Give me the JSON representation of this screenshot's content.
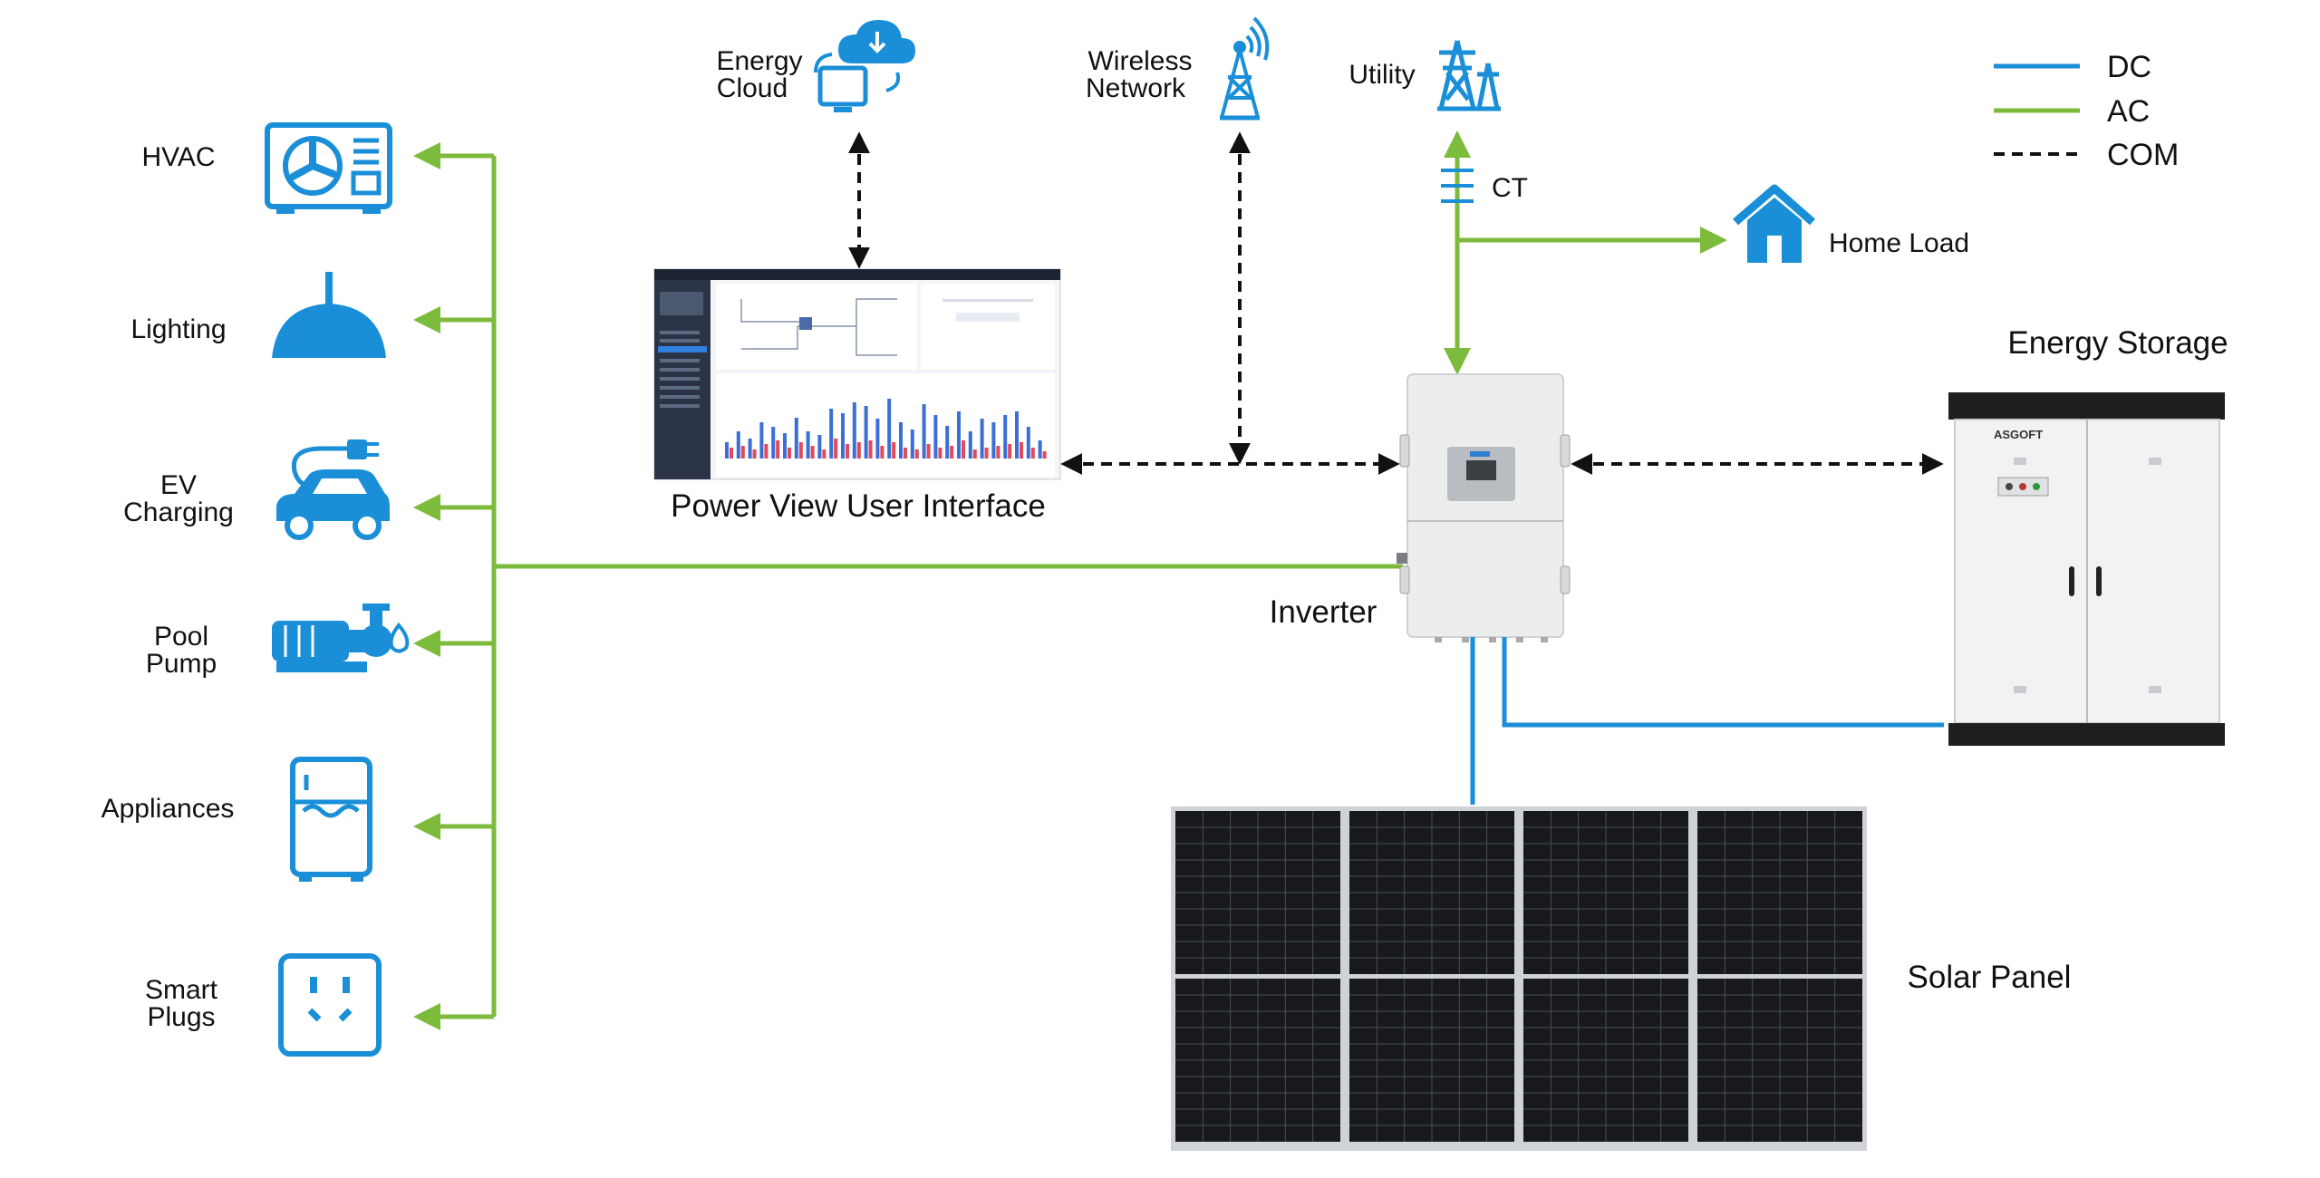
{
  "legend": [
    {
      "name": "DC",
      "style": "solid",
      "color": "#1a8fd8"
    },
    {
      "name": "AC",
      "style": "solid",
      "color": "#7dbb3c"
    },
    {
      "name": "COM",
      "style": "dashed",
      "color": "#111111"
    }
  ],
  "colors": {
    "dc": "#1a8fd8",
    "ac": "#7dbb3c",
    "com": "#111111",
    "icon": "#1a8fd8",
    "text": "#111111"
  },
  "loads": {
    "hvac": {
      "label": "HVAC",
      "icon": "hvac-unit-icon"
    },
    "lighting": {
      "label": "Lighting",
      "icon": "ceiling-lamp-icon"
    },
    "ev": {
      "label_line1": "EV",
      "label_line2": "Charging",
      "icon": "ev-car-charging-icon"
    },
    "pool": {
      "label_line1": "Pool",
      "label_line2": "Pump",
      "icon": "water-pump-icon"
    },
    "appliances": {
      "label": "Appliances",
      "icon": "refrigerator-icon"
    },
    "plugs": {
      "label_line1": "Smart",
      "label_line2": "Plugs",
      "icon": "wall-socket-icon"
    }
  },
  "cloud": {
    "label_line1": "Energy",
    "label_line2": "Cloud",
    "icon": "cloud-computer-icon"
  },
  "wireless": {
    "label_line1": "Wireless",
    "label_line2": "Network",
    "icon": "radio-tower-icon"
  },
  "utility": {
    "label": "Utility",
    "icon": "power-pylon-icon"
  },
  "ct": {
    "label": "CT",
    "icon": "current-transformer-icon"
  },
  "home_load": {
    "label": "Home Load",
    "icon": "house-icon"
  },
  "ui": {
    "label": "Power View User Interface"
  },
  "inverter": {
    "label": "Inverter"
  },
  "storage": {
    "label": "Energy Storage",
    "brand": "ASGOFT"
  },
  "solar": {
    "label": "Solar Panel"
  }
}
